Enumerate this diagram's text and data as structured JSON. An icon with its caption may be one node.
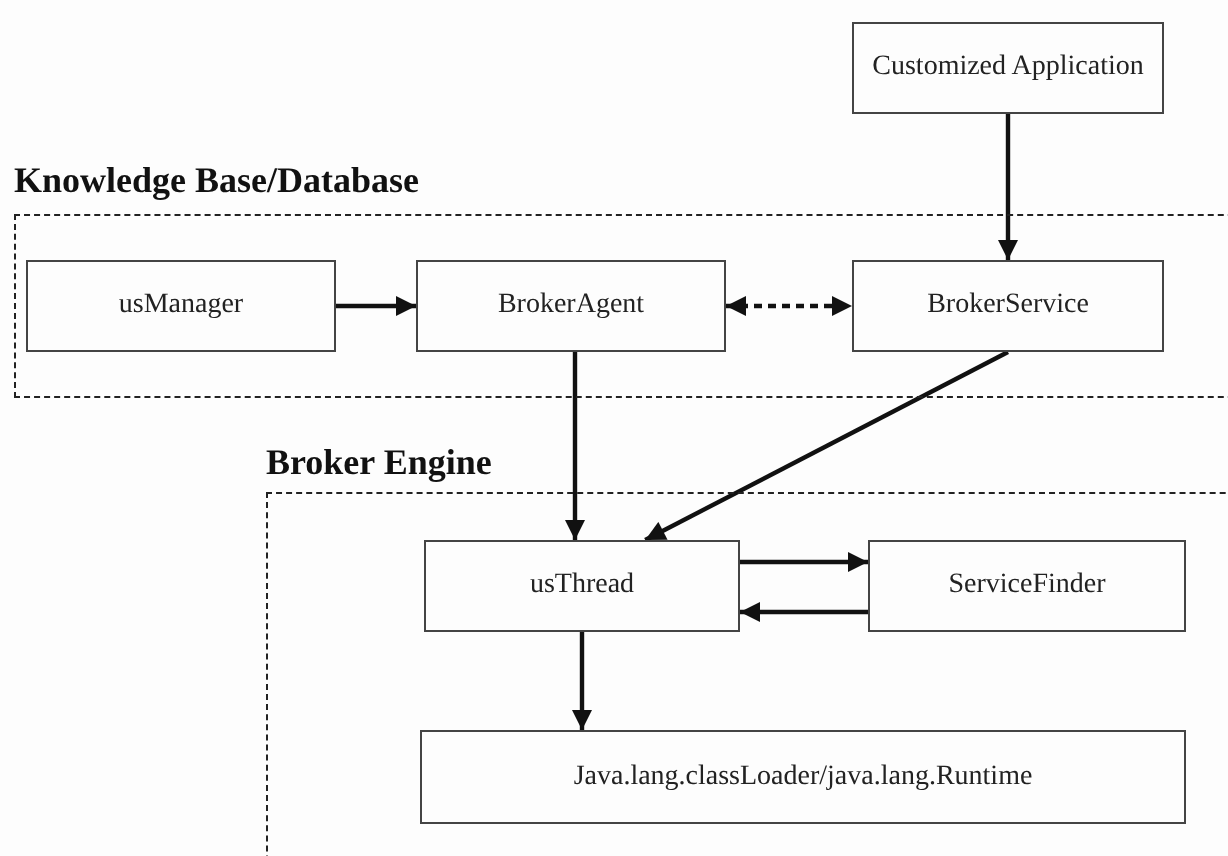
{
  "diagram": {
    "nodes": [
      {
        "text": [
          "Customized Application"
        ]
      },
      {
        "text": [
          "Knowledge Base/Database"
        ]
      },
      {
        "text": [
          "usManager"
        ],
        "in": 1
      },
      {
        "text": [
          "BrokerAgent"
        ],
        "in": 1
      },
      {
        "text": [
          "BrokerService"
        ],
        "in": 1
      },
      {
        "text": [
          "Broker Engine"
        ]
      },
      {
        "text": [
          "usThread"
        ],
        "in": 5
      },
      {
        "text": [
          "ServiceFinder"
        ],
        "in": 5
      },
      {
        "text": [
          "Java.lang.classLoader/java.lang.Runtime"
        ],
        "in": 5
      }
    ],
    "edges": [
      {
        "from": 0,
        "to": 4,
        "arrow": "to"
      },
      {
        "from": 2,
        "to": 3,
        "arrow": "to"
      },
      {
        "from": 3,
        "to": 4,
        "arrow": "both",
        "style": "dashed"
      },
      {
        "from": 3,
        "to": 6,
        "arrow": "to"
      },
      {
        "from": 4,
        "to": 6,
        "arrow": "to"
      },
      {
        "from": 6,
        "to": 7,
        "arrow": "to"
      },
      {
        "from": 7,
        "to": 6,
        "arrow": "to"
      },
      {
        "from": 6,
        "to": 8,
        "arrow": "to"
      }
    ]
  }
}
